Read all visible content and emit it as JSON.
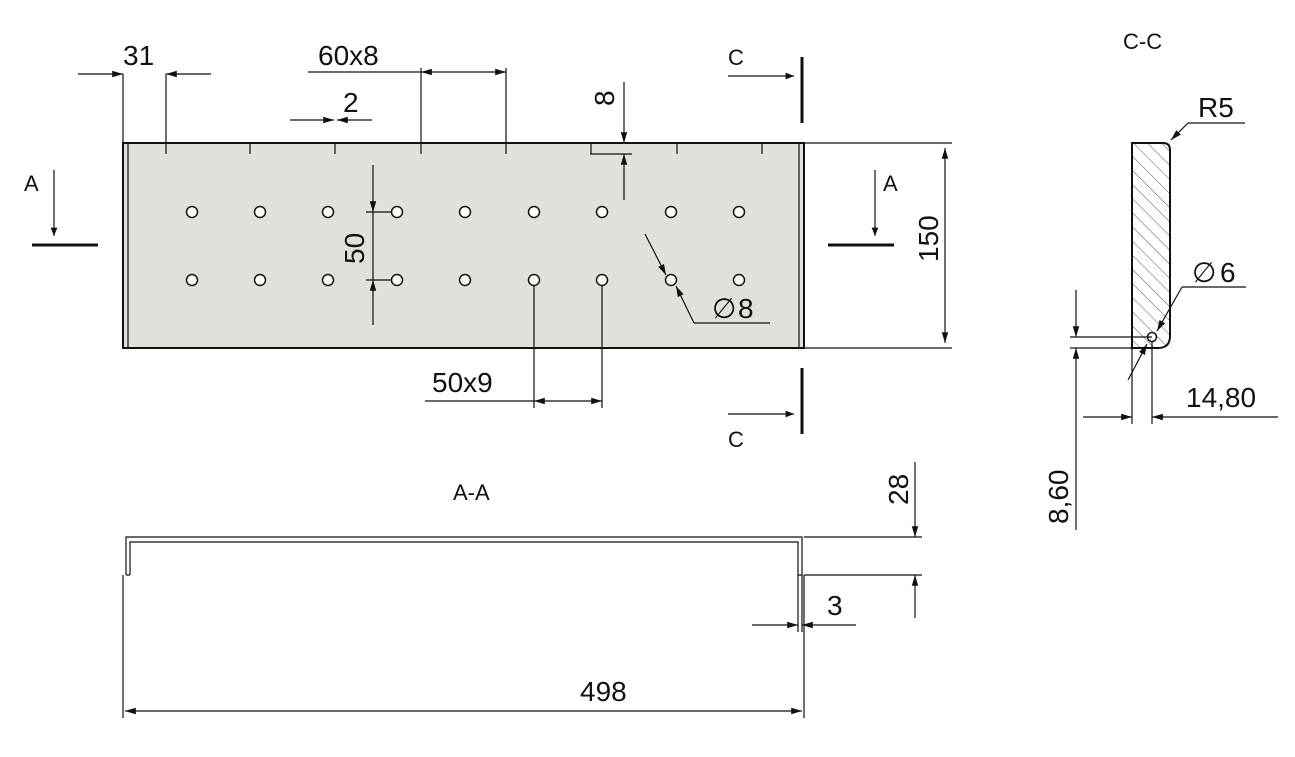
{
  "views": {
    "section_aa_label": "A-A",
    "section_cc_label": "C-C",
    "cut_a_label": "A",
    "cut_c_label": "C"
  },
  "dimensions": {
    "slot_offset": "31",
    "slot_pitch": "60x8",
    "slot_width": "2",
    "slot_depth": "8",
    "hole_row_spacing": "50",
    "plate_height": "150",
    "hole_diameter": "8",
    "hole_pitch": "50x9",
    "bend_height": "28",
    "thickness": "3",
    "overall_length": "498",
    "radius": "R5",
    "small_hole_diameter": "6",
    "hole_offset_x": "14,80",
    "hole_offset_y": "8,60"
  },
  "symbols": {
    "diameter": "∅"
  }
}
